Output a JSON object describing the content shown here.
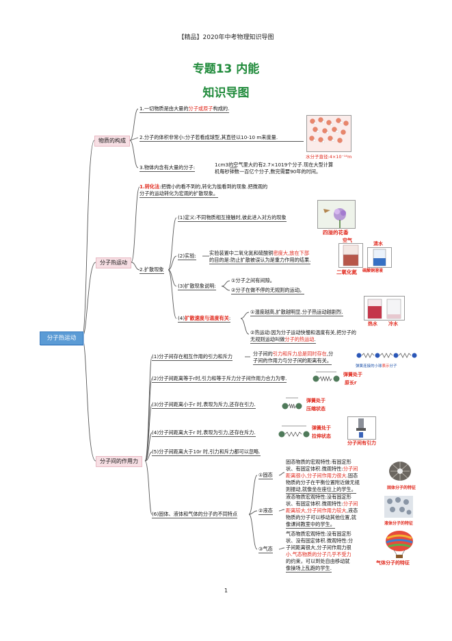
{
  "header": "【精品】2020年中考物理知识导图",
  "title": "专题13  内能",
  "subtitle": "知识导图",
  "root": "分子热运动",
  "branches": {
    "b1": {
      "label": "物质的构成",
      "i1_pre": "1.一切物质是由大量的",
      "i1_red": "分子或原子",
      "i1_post": "构成的.",
      "i2": "2.分子的体积非常小:分子若看成球型,其直径以10-10 m来度量.",
      "i2_cap": "水分子直径:4×10⁻¹⁰m",
      "i3": "3.物体内含有大量的分子:",
      "i3_note_1": "1cm3的空气里大约有2.7×1019个分子.现在大型计算",
      "i3_note_2": "机每秒钟数一百亿个分子,数完需要90年的时间。"
    },
    "b2": {
      "label": "分子热运动",
      "i1_red": "1.转化法",
      "i1_a": ":把微小的看不到的,转化为能看到的现象.把微观的",
      "i1_b": "分子的运动转化为宏观的扩散现象。",
      "i2": "2.扩散现象",
      "s1": "(1)定义:不同物质相互接触时,彼此进入对方的现象",
      "s1_cap": "四溢的花香",
      "s2": "(2)实验:",
      "s2_a_pre": "实验装置中二氧化氮和硫酸铜",
      "s2_a_red": "密度大,放在下部",
      "s2_b": "的目的是:防止扩散被误认为是重力作用的结果.",
      "s2_cap1": "空气",
      "s2_cap2": "二氧化氮",
      "s2_cap3": "清水",
      "s2_cap4": "硫酸铜溶液",
      "s3": "(3)扩散现象说明:",
      "s3_a": "①分子之间有间隙。",
      "s3_b": "②分子在做不停的无规则的运动。",
      "s4_pre": "(4)",
      "s4_red": "扩散速度与温度有关",
      "s4_post": ":",
      "s4_a": "①温度越高,扩散越明显.分子热运动越剧烈.",
      "s4_cap1": "热水",
      "s4_cap2": "冷水",
      "s4_b1": "②热运动:因为分子运动快慢和温度有关,把分子的",
      "s4_b2_pre": "无规则运动叫做",
      "s4_b2_red": "分子的热运动",
      "s4_b2_post": "."
    },
    "b3": {
      "label": "分子间的作用力",
      "i1": "(1)分子间存在相互作用的引力和斥力",
      "i1_n1_pre": "分子间的",
      "i1_n1_red": "引力和斥力总是同时存在",
      "i1_n1_post": ",分",
      "i1_n2": "子间的作用力与分子间的距离有关。",
      "i1_cap_a": "弹簧连接的小球",
      "i1_cap_b": "表示",
      "i1_cap_c": "分子",
      "i2": "(2)分子间距离等于r时,引力和等于斥力分子间作用力合力为零.",
      "i2_cap1": "弹簧处于",
      "i2_cap2": "原长r",
      "i3": "(3)分子间距离小于r 时,表现为斥力,还存在引力.",
      "i3_cap1": "弹簧处于",
      "i3_cap2": "压缩状态",
      "i4": "(4)分子间距离大于r 时,表现为引力,还存在斥力.",
      "i4_cap1": "弹簧处于",
      "i4_cap2": "拉伸状态",
      "i4_cap3": "分子间有引力",
      "i5": "(5)分子间距离大于10r 时,引力和斥力都可以忽略.",
      "i6": "(6)固体、液体和气体的分子的不同特点",
      "solid": "①固态",
      "solid_1": "固态物质的宏观特性:有固定形",
      "solid_2": "状、有固定体积.微观特性:",
      "solid_2r": "分子间",
      "solid_3r": "距离很小,分子间作用力很大",
      "solid_3": ".固态",
      "solid_4": "物质的分子在平衡位置附近做无规",
      "solid_5": "则振动,就像坐在座位上的学生。",
      "solid_cap": "固体分子的特征",
      "liquid": "②液态",
      "liquid_1": "液态物质宏观特性:没有固定形",
      "liquid_2": "状、有固定体积.微观特性:",
      "liquid_2r": "分子间",
      "liquid_3r": "距离较大,分子间作用力较大",
      "liquid_3": ",液态",
      "liquid_4": "物质的分子可以移动其他位置,就",
      "liquid_5": "像课间教室中的学生。",
      "liquid_cap": "液体分子的特征",
      "gas": "③气态",
      "gas_1": "气态物质宏观特性:没有固定形",
      "gas_2": "状、没有固定体积.微观特性:分",
      "gas_3": "子间距离很大,分子间作用力很",
      "gas_4r": "小.气态物质的分子几乎不受力",
      "gas_5": "的约束，可以到处自由移动就",
      "gas_6": "像操场上乱跑的学生.",
      "gas_cap": "气体分子的特征"
    }
  },
  "page_number": "1"
}
